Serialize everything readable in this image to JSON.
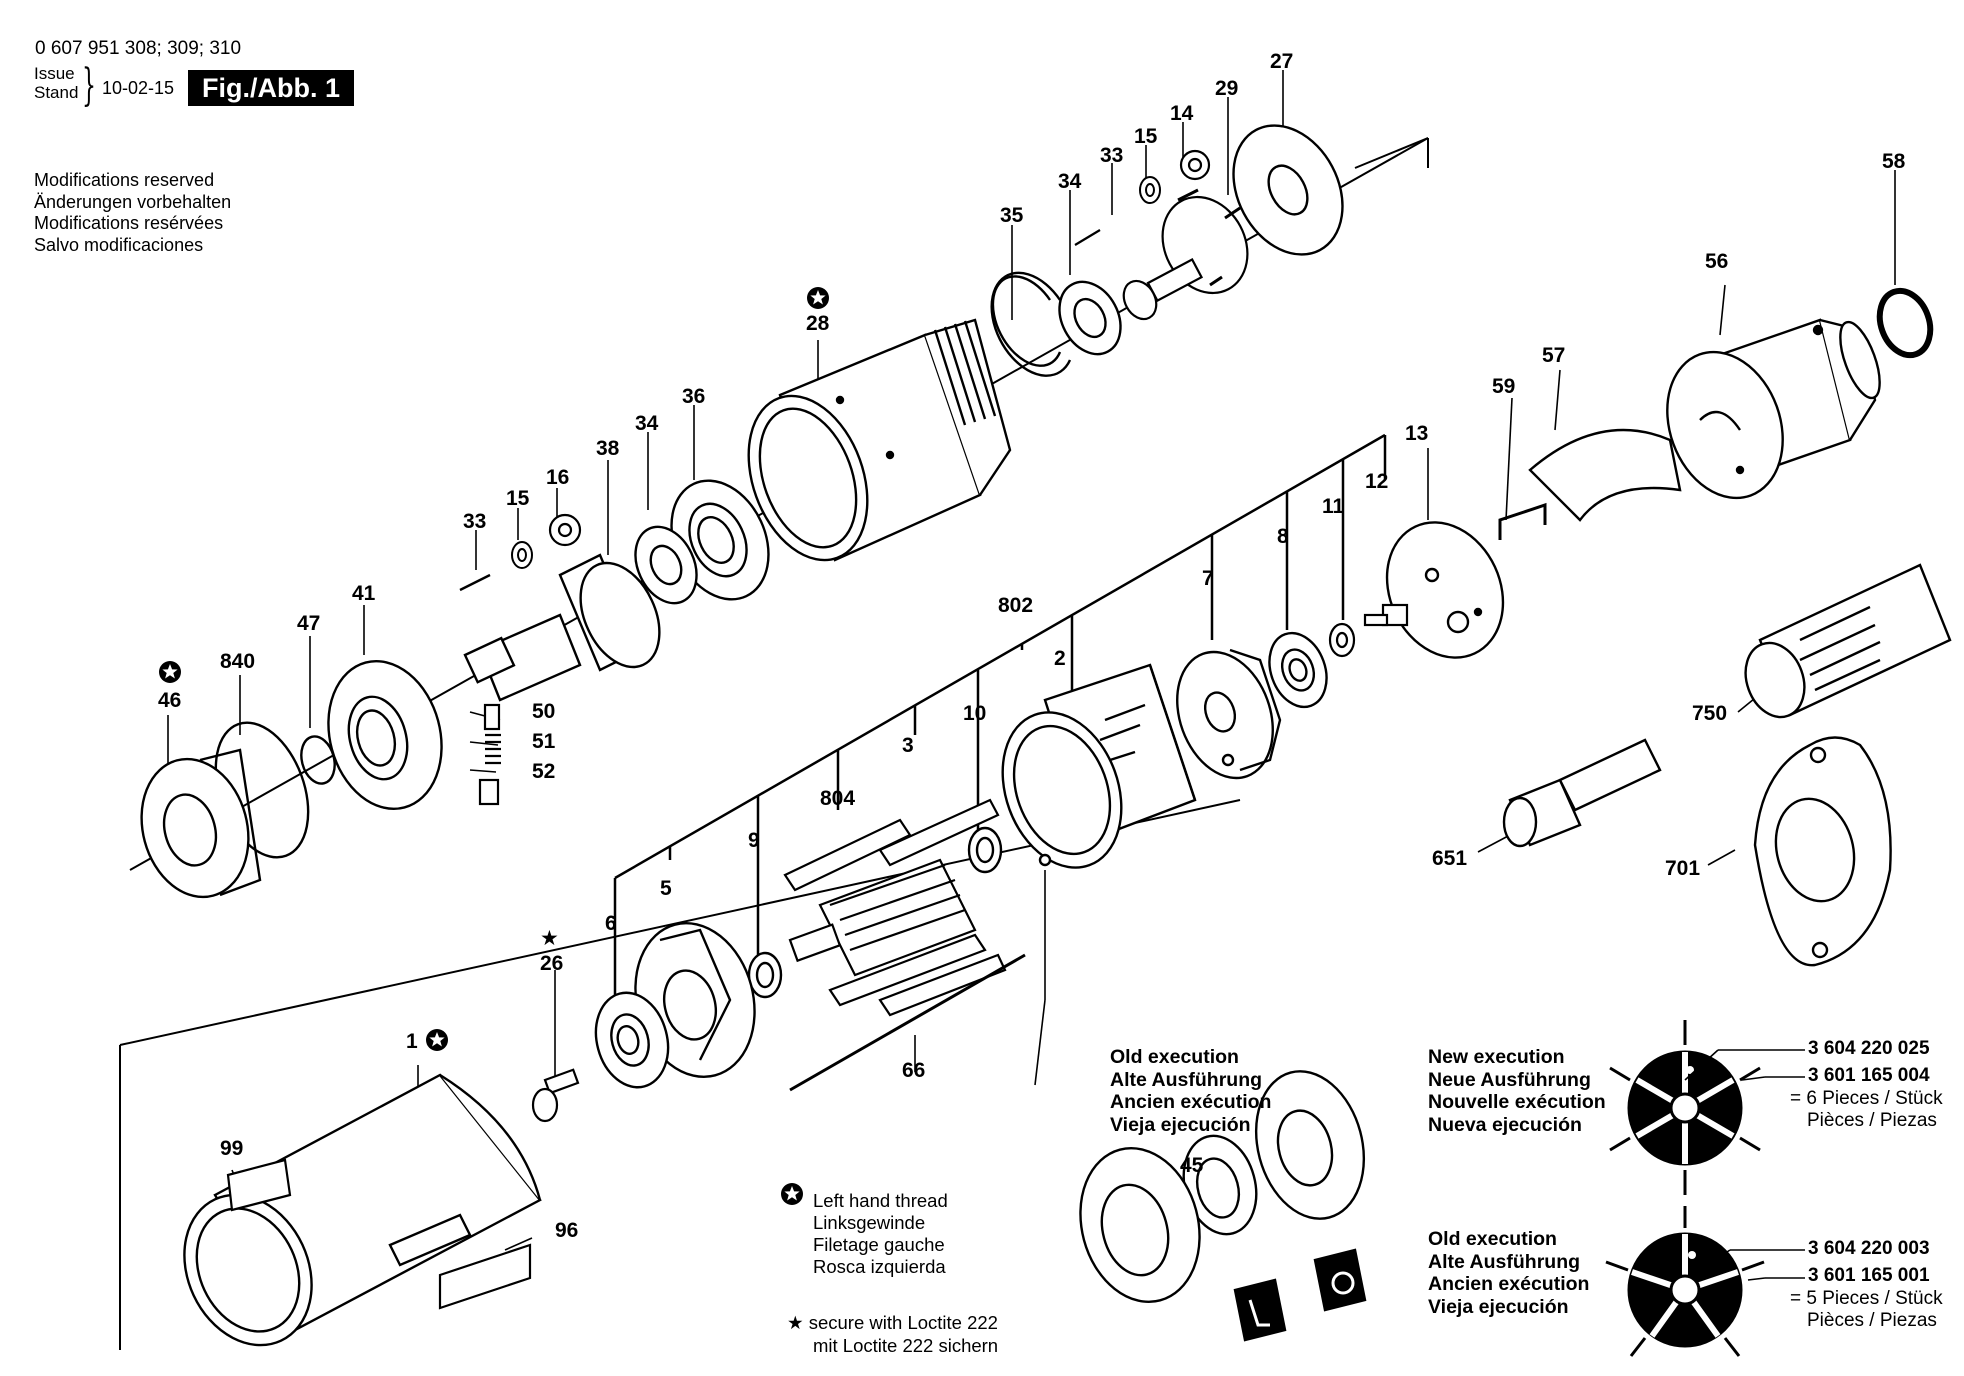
{
  "header": {
    "part_numbers": "0 607 951 308; 309; 310",
    "issue_label_1": "Issue",
    "issue_label_2": "Stand",
    "issue_date": "10-02-15",
    "figure_label": "Fig./Abb. 1"
  },
  "modifications": [
    "Modifications reserved",
    "Änderungen vorbehalten",
    "Modifications resérvées",
    "Salvo modificaciones"
  ],
  "part_labels": {
    "p1": "1",
    "p2": "2",
    "p3": "3",
    "p5": "5",
    "p6": "6",
    "p7": "7",
    "p8": "8",
    "p9": "9",
    "p10": "10",
    "p11": "11",
    "p12": "12",
    "p13": "13",
    "p14": "14",
    "p15a": "15",
    "p15b": "15",
    "p16": "16",
    "p26": "26",
    "p27": "27",
    "p28": "28",
    "p29": "29",
    "p33a": "33",
    "p33b": "33",
    "p34a": "34",
    "p34b": "34",
    "p35": "35",
    "p36": "36",
    "p38": "38",
    "p41": "41",
    "p45": "45",
    "p46": "46",
    "p47": "47",
    "p50": "50",
    "p51": "51",
    "p52": "52",
    "p56": "56",
    "p57": "57",
    "p58": "58",
    "p59": "59",
    "p66": "66",
    "p96": "96",
    "p99": "99",
    "p651": "651",
    "p701": "701",
    "p750": "750",
    "p802": "802",
    "p804": "804",
    "p840": "840"
  },
  "notes": {
    "left_hand_thread": [
      "Left hand thread",
      "Linksgewinde",
      "Filetage gauche",
      "Rosca izquierda"
    ],
    "loctite": [
      "secure with Loctite 222",
      "mit Loctite 222 sichern"
    ]
  },
  "old_execution": [
    "Old execution",
    "Alte Ausführung",
    "Ancien exécution",
    "Vieja ejecución"
  ],
  "new_execution": {
    "lines": [
      "New execution",
      "Neue Ausführung",
      "Nouvelle exécution",
      "Nueva ejecución"
    ],
    "code_a": "3 604 220 025",
    "code_b": "3 601 165 004",
    "qty_1": "= 6 Pieces / Stück",
    "qty_2": "Pièces / Piezas"
  },
  "old_execution_2": {
    "lines": [
      "Old execution",
      "Alte Ausführung",
      "Ancien exécution",
      "Vieja ejecución"
    ],
    "code_a": "3 604 220 003",
    "code_b": "3 601 165 001",
    "qty_1": "= 5 Pieces / Stück",
    "qty_2": "Pièces / Piezas"
  }
}
